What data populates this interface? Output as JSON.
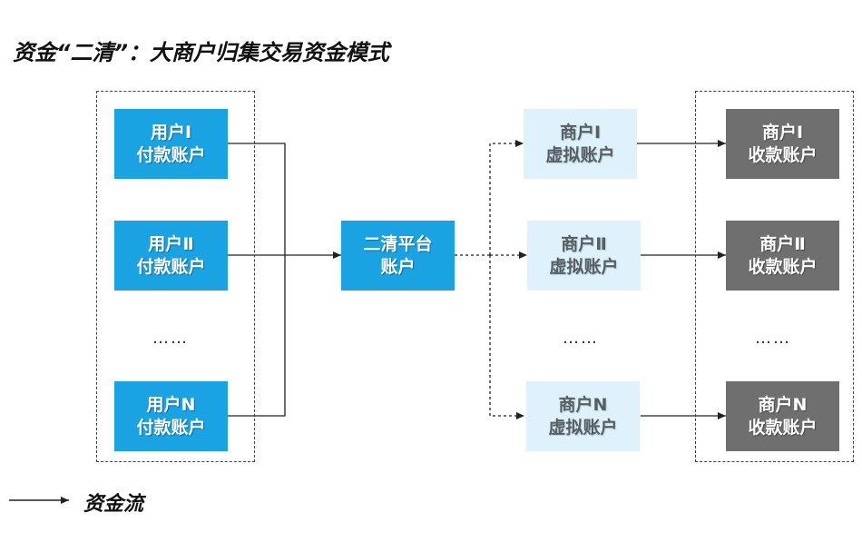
{
  "title": "资金“二清”：大商户归集交易资金模式",
  "users": [
    {
      "line1": "用户Ⅰ",
      "line2": "付款账户"
    },
    {
      "line1": "用户Ⅱ",
      "line2": "付款账户"
    },
    {
      "line1": "用户N",
      "line2": "付款账户"
    }
  ],
  "platform": {
    "line1": "二清平台",
    "line2": "账户"
  },
  "virtual": [
    {
      "line1": "商户Ⅰ",
      "line2": "虚拟账户"
    },
    {
      "line1": "商户Ⅱ",
      "line2": "虚拟账户"
    },
    {
      "line1": "商户N",
      "line2": "虚拟账户"
    }
  ],
  "receive": [
    {
      "line1": "商户Ⅰ",
      "line2": "收款账户"
    },
    {
      "line1": "商户Ⅱ",
      "line2": "收款账户"
    },
    {
      "line1": "商户N",
      "line2": "收款账户"
    }
  ],
  "ellipsis": "……",
  "legend": {
    "label": "资金流"
  },
  "colors": {
    "user_box": "#1aa3e3",
    "platform_box": "#1aa3e3",
    "virtual_box": "#dff2fb",
    "receive_box": "#6f6f6f"
  }
}
